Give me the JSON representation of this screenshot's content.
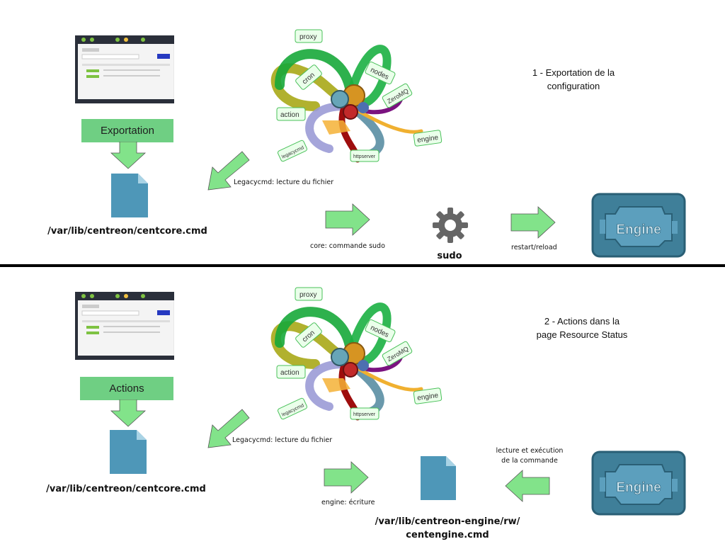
{
  "top": {
    "step_line1": "1 - Exportation de la",
    "step_line2": "configuration",
    "action_box": "Exportation",
    "file_path": "/var/lib/centreon/centcore.cmd",
    "legacy_label": "Legacycmd: lecture du fichier",
    "core_label": "core: commande sudo",
    "sudo_label": "sudo",
    "restart_label": "restart/reload",
    "engine_text": "Engine"
  },
  "bottom": {
    "step_line1": "2 - Actions dans la",
    "step_line2": "page Resource Status",
    "action_box": "Actions",
    "file_path": "/var/lib/centreon/centcore.cmd",
    "legacy_label": "Legacycmd: lecture du fichier",
    "engine_write_label": "engine: écriture",
    "read_exec_line1": "lecture et exécution",
    "read_exec_line2": "de la commande",
    "engine_file_line1": "/var/lib/centreon-engine/rw/",
    "engine_file_line2": "centengine.cmd",
    "engine_text": "Engine"
  },
  "gorgone_tags": [
    "proxy",
    "cron",
    "nodes",
    "action",
    "ZeroMQ",
    "engine",
    "legacycmd",
    "httpserver"
  ],
  "colors": {
    "arrow_green": "#82e38a",
    "box_green": "#6fcf83",
    "file_blue": "#4e97b8",
    "engine_bg": "#3f7f99"
  }
}
